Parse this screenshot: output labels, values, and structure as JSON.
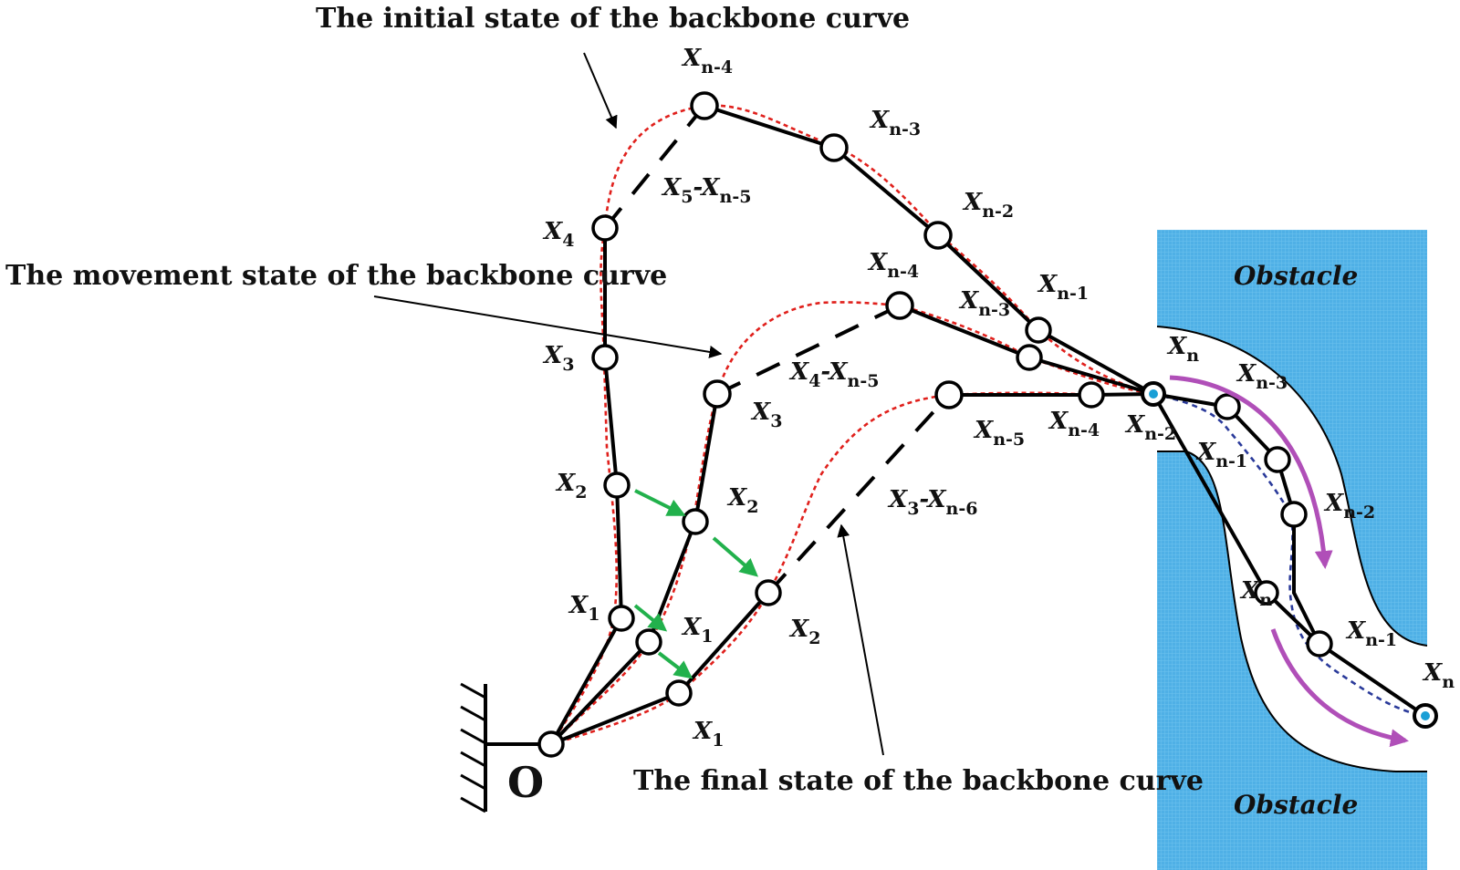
{
  "captions": {
    "initial": "The initial state of the backbone curve",
    "movement": "The movement state of the backbone curve",
    "final": "The final state of the backbone curve"
  },
  "obstacle_top": "Obstacle",
  "obstacle_bottom": "Obstacle",
  "origin": "O",
  "labels": {
    "initial": [
      {
        "id": "init-x1",
        "main": "X",
        "sub": "1"
      },
      {
        "id": "init-x2",
        "main": "X",
        "sub": "2"
      },
      {
        "id": "init-x3",
        "main": "X",
        "sub": "3"
      },
      {
        "id": "init-x4",
        "main": "X",
        "sub": "4"
      },
      {
        "id": "init-x5-xn5",
        "main": "X",
        "sub": "5",
        "sep": "-X",
        "sub2": "n-5"
      },
      {
        "id": "init-xn4",
        "main": "X",
        "sub": "n-4"
      },
      {
        "id": "init-xn3",
        "main": "X",
        "sub": "n-3"
      },
      {
        "id": "init-xn2",
        "main": "X",
        "sub": "n-2"
      },
      {
        "id": "init-xn1",
        "main": "X",
        "sub": "n-1"
      },
      {
        "id": "init-xn",
        "main": "X",
        "sub": "n"
      }
    ],
    "movement": [
      {
        "id": "mov-x1",
        "main": "X",
        "sub": "1"
      },
      {
        "id": "mov-x2",
        "main": "X",
        "sub": "2"
      },
      {
        "id": "mov-x3",
        "main": "X",
        "sub": "3"
      },
      {
        "id": "mov-x4-xn5",
        "main": "X",
        "sub": "4",
        "sep": "-X",
        "sub2": "n-5"
      },
      {
        "id": "mov-xn4",
        "main": "X",
        "sub": "n-4"
      },
      {
        "id": "mov-xn3",
        "main": "X",
        "sub": "n-3"
      },
      {
        "id": "mov-xn2",
        "main": "X",
        "sub": "n-2"
      },
      {
        "id": "mov-xn1",
        "main": "X",
        "sub": "n-1"
      },
      {
        "id": "mov-xn",
        "main": "X",
        "sub": "n"
      }
    ],
    "final": [
      {
        "id": "fin-x1",
        "main": "X",
        "sub": "1"
      },
      {
        "id": "fin-x2",
        "main": "X",
        "sub": "2"
      },
      {
        "id": "fin-x3-xn6",
        "main": "X",
        "sub": "3",
        "sep": "-X",
        "sub2": "n-6"
      },
      {
        "id": "fin-xn5",
        "main": "X",
        "sub": "n-5"
      },
      {
        "id": "fin-xn4",
        "main": "X",
        "sub": "n-4"
      },
      {
        "id": "fin-xn3",
        "main": "X",
        "sub": "n-3"
      },
      {
        "id": "fin-xn",
        "main": "X",
        "sub": "n"
      }
    ]
  },
  "colors": {
    "obstacle": "#4fb0e6",
    "curve": "#e0201c",
    "green_arrow": "#22b14c",
    "magenta_arrow": "#b04fb8",
    "tip_dot": "#1a9fd6"
  }
}
